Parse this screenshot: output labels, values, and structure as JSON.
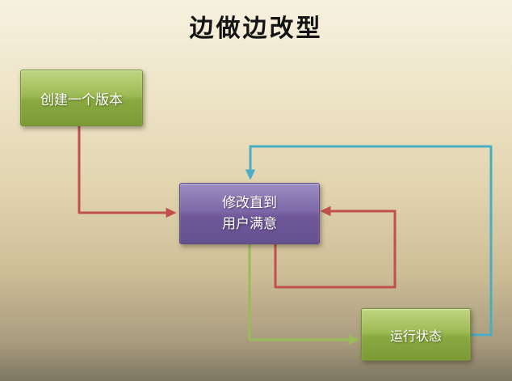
{
  "title": "边做边改型",
  "nodes": {
    "create": {
      "label": "创建一个版本"
    },
    "modify": {
      "label": "修改直到\n用户满意"
    },
    "run": {
      "label": "运行状态"
    }
  },
  "colors": {
    "red": "#c0504d",
    "green": "#9bbb59",
    "blue": "#4bacc6"
  }
}
